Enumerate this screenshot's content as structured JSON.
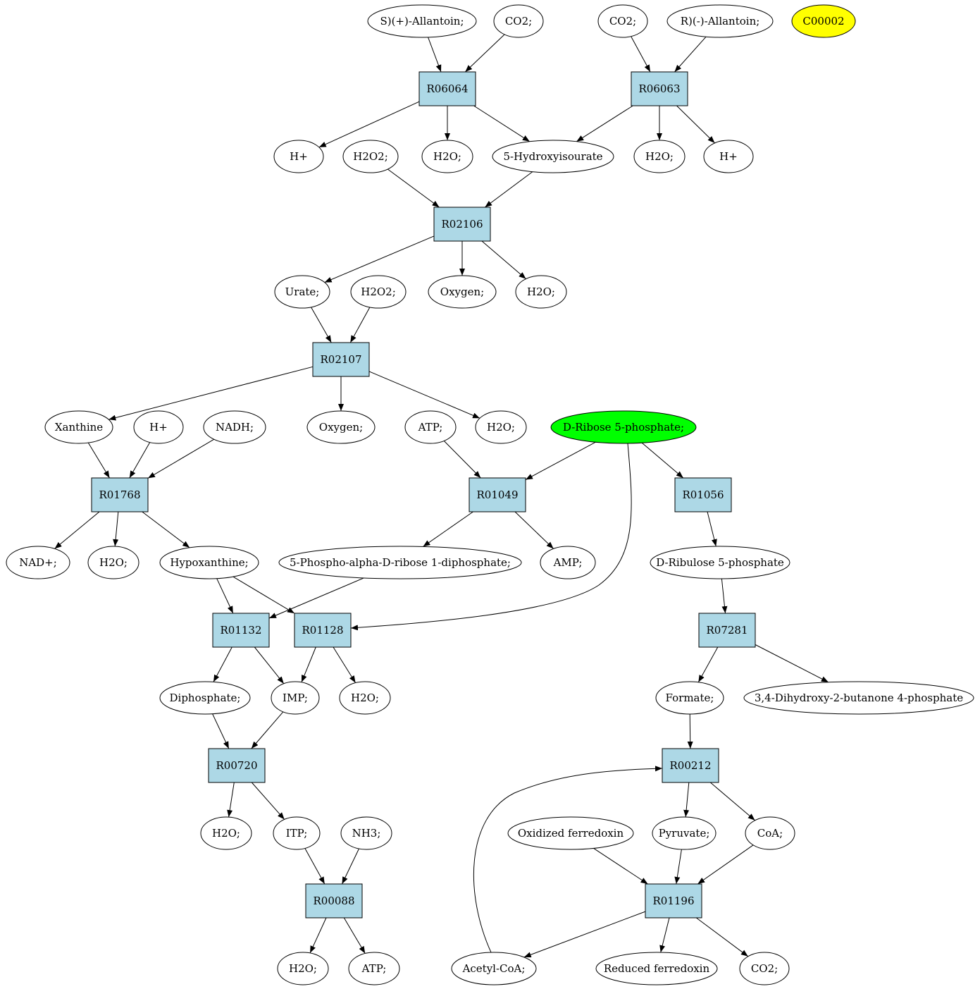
{
  "colors": {
    "reaction_fill": "#add8e6",
    "compound_fill": "#ffffff",
    "highlight_green": "#00ff00",
    "highlight_yellow": "#ffff00",
    "stroke": "#000000"
  },
  "nodes": [
    {
      "id": "s_allantoin",
      "kind": "compound",
      "label": "S)(+)-Allantoin;"
    },
    {
      "id": "co2_a",
      "kind": "compound",
      "label": "CO2;"
    },
    {
      "id": "co2_b",
      "kind": "compound",
      "label": "CO2;"
    },
    {
      "id": "r_allantoin",
      "kind": "compound",
      "label": "R)(-)-Allantoin;"
    },
    {
      "id": "c00002",
      "kind": "compound",
      "label": "C00002",
      "highlight": "yellow"
    },
    {
      "id": "R06064",
      "kind": "reaction",
      "label": "R06064"
    },
    {
      "id": "R06063",
      "kind": "reaction",
      "label": "R06063"
    },
    {
      "id": "hplus_a",
      "kind": "compound",
      "label": "H+"
    },
    {
      "id": "h2o2_a",
      "kind": "compound",
      "label": "H2O2;"
    },
    {
      "id": "h2o_a",
      "kind": "compound",
      "label": "H2O;"
    },
    {
      "id": "hydroxyisourate",
      "kind": "compound",
      "label": "5-Hydroxyisourate"
    },
    {
      "id": "h2o_b",
      "kind": "compound",
      "label": "H2O;"
    },
    {
      "id": "hplus_b",
      "kind": "compound",
      "label": "H+"
    },
    {
      "id": "R02106",
      "kind": "reaction",
      "label": "R02106"
    },
    {
      "id": "urate",
      "kind": "compound",
      "label": "Urate;"
    },
    {
      "id": "h2o2_b",
      "kind": "compound",
      "label": "H2O2;"
    },
    {
      "id": "oxygen_a",
      "kind": "compound",
      "label": "Oxygen;"
    },
    {
      "id": "h2o_c",
      "kind": "compound",
      "label": "H2O;"
    },
    {
      "id": "R02107",
      "kind": "reaction",
      "label": "R02107"
    },
    {
      "id": "xanthine",
      "kind": "compound",
      "label": "Xanthine"
    },
    {
      "id": "hplus_c",
      "kind": "compound",
      "label": "H+"
    },
    {
      "id": "nadh",
      "kind": "compound",
      "label": "NADH;"
    },
    {
      "id": "oxygen_b",
      "kind": "compound",
      "label": "Oxygen;"
    },
    {
      "id": "atp_a",
      "kind": "compound",
      "label": "ATP;"
    },
    {
      "id": "h2o_d",
      "kind": "compound",
      "label": "H2O;"
    },
    {
      "id": "ribose5p",
      "kind": "compound",
      "label": "D-Ribose 5-phosphate;",
      "highlight": "green"
    },
    {
      "id": "R01768",
      "kind": "reaction",
      "label": "R01768"
    },
    {
      "id": "R01049",
      "kind": "reaction",
      "label": "R01049"
    },
    {
      "id": "R01056",
      "kind": "reaction",
      "label": "R01056"
    },
    {
      "id": "nadplus",
      "kind": "compound",
      "label": "NAD+;"
    },
    {
      "id": "h2o_e",
      "kind": "compound",
      "label": "H2O;"
    },
    {
      "id": "hypoxanthine",
      "kind": "compound",
      "label": "Hypoxanthine;"
    },
    {
      "id": "prpp",
      "kind": "compound",
      "label": "5-Phospho-alpha-D-ribose 1-diphosphate;"
    },
    {
      "id": "amp",
      "kind": "compound",
      "label": "AMP;"
    },
    {
      "id": "ribulose5p",
      "kind": "compound",
      "label": "D-Ribulose 5-phosphate"
    },
    {
      "id": "R01132",
      "kind": "reaction",
      "label": "R01132"
    },
    {
      "id": "R01128",
      "kind": "reaction",
      "label": "R01128"
    },
    {
      "id": "R07281",
      "kind": "reaction",
      "label": "R07281"
    },
    {
      "id": "diphosphate",
      "kind": "compound",
      "label": "Diphosphate;"
    },
    {
      "id": "imp",
      "kind": "compound",
      "label": "IMP;"
    },
    {
      "id": "h2o_f",
      "kind": "compound",
      "label": "H2O;"
    },
    {
      "id": "formate",
      "kind": "compound",
      "label": "Formate;"
    },
    {
      "id": "dhbp",
      "kind": "compound",
      "label": "3,4-Dihydroxy-2-butanone 4-phosphate"
    },
    {
      "id": "R00720",
      "kind": "reaction",
      "label": "R00720"
    },
    {
      "id": "R00212",
      "kind": "reaction",
      "label": "R00212"
    },
    {
      "id": "h2o_g",
      "kind": "compound",
      "label": "H2O;"
    },
    {
      "id": "itp",
      "kind": "compound",
      "label": "ITP;"
    },
    {
      "id": "nh3",
      "kind": "compound",
      "label": "NH3;"
    },
    {
      "id": "ox_ferredoxin",
      "kind": "compound",
      "label": "Oxidized ferredoxin"
    },
    {
      "id": "pyruvate",
      "kind": "compound",
      "label": "Pyruvate;"
    },
    {
      "id": "coa",
      "kind": "compound",
      "label": "CoA;"
    },
    {
      "id": "R00088",
      "kind": "reaction",
      "label": "R00088"
    },
    {
      "id": "R01196",
      "kind": "reaction",
      "label": "R01196"
    },
    {
      "id": "h2o_h",
      "kind": "compound",
      "label": "H2O;"
    },
    {
      "id": "atp_b",
      "kind": "compound",
      "label": "ATP;"
    },
    {
      "id": "acetyl_coa",
      "kind": "compound",
      "label": "Acetyl-CoA;"
    },
    {
      "id": "red_ferredoxin",
      "kind": "compound",
      "label": "Reduced ferredoxin"
    },
    {
      "id": "co2_c",
      "kind": "compound",
      "label": "CO2;"
    }
  ],
  "edges": [
    [
      "s_allantoin",
      "R06064"
    ],
    [
      "co2_a",
      "R06064"
    ],
    [
      "co2_b",
      "R06063"
    ],
    [
      "r_allantoin",
      "R06063"
    ],
    [
      "R06064",
      "hplus_a"
    ],
    [
      "R06064",
      "h2o_a"
    ],
    [
      "R06064",
      "hydroxyisourate"
    ],
    [
      "R06063",
      "hydroxyisourate"
    ],
    [
      "R06063",
      "h2o_b"
    ],
    [
      "R06063",
      "hplus_b"
    ],
    [
      "h2o2_a",
      "R02106"
    ],
    [
      "hydroxyisourate",
      "R02106"
    ],
    [
      "R02106",
      "urate"
    ],
    [
      "R02106",
      "oxygen_a"
    ],
    [
      "R02106",
      "h2o_c"
    ],
    [
      "urate",
      "R02107"
    ],
    [
      "h2o2_b",
      "R02107"
    ],
    [
      "R02107",
      "xanthine"
    ],
    [
      "R02107",
      "oxygen_b"
    ],
    [
      "R02107",
      "h2o_d"
    ],
    [
      "xanthine",
      "R01768"
    ],
    [
      "hplus_c",
      "R01768"
    ],
    [
      "nadh",
      "R01768"
    ],
    [
      "atp_a",
      "R01049"
    ],
    [
      "ribose5p",
      "R01049"
    ],
    [
      "ribose5p",
      "R01056"
    ],
    [
      "ribose5p",
      "R01128"
    ],
    [
      "R01768",
      "nadplus"
    ],
    [
      "R01768",
      "h2o_e"
    ],
    [
      "R01768",
      "hypoxanthine"
    ],
    [
      "R01049",
      "prpp"
    ],
    [
      "R01049",
      "amp"
    ],
    [
      "R01056",
      "ribulose5p"
    ],
    [
      "hypoxanthine",
      "R01132"
    ],
    [
      "hypoxanthine",
      "R01128"
    ],
    [
      "prpp",
      "R01132"
    ],
    [
      "ribulose5p",
      "R07281"
    ],
    [
      "R01132",
      "diphosphate"
    ],
    [
      "R01132",
      "imp"
    ],
    [
      "R01128",
      "imp"
    ],
    [
      "R01128",
      "h2o_f"
    ],
    [
      "R07281",
      "formate"
    ],
    [
      "R07281",
      "dhbp"
    ],
    [
      "diphosphate",
      "R00720"
    ],
    [
      "imp",
      "R00720"
    ],
    [
      "formate",
      "R00212"
    ],
    [
      "acetyl_coa",
      "R00212"
    ],
    [
      "R00720",
      "h2o_g"
    ],
    [
      "R00720",
      "itp"
    ],
    [
      "itp",
      "R00088"
    ],
    [
      "nh3",
      "R00088"
    ],
    [
      "R00212",
      "pyruvate"
    ],
    [
      "R00212",
      "coa"
    ],
    [
      "ox_ferredoxin",
      "R01196"
    ],
    [
      "pyruvate",
      "R01196"
    ],
    [
      "coa",
      "R01196"
    ],
    [
      "R00088",
      "h2o_h"
    ],
    [
      "R00088",
      "atp_b"
    ],
    [
      "R01196",
      "acetyl_coa"
    ],
    [
      "R01196",
      "red_ferredoxin"
    ],
    [
      "R01196",
      "co2_c"
    ]
  ]
}
